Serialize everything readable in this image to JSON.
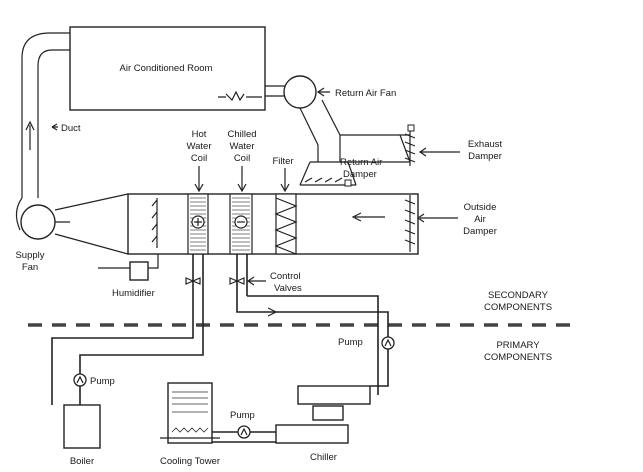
{
  "labels": {
    "room": "Air Conditioned Room",
    "return_fan": "Return Air Fan",
    "duct": "Duct",
    "hot_coil": [
      "Hot",
      "Water",
      "Coil"
    ],
    "chilled_coil": [
      "Chilled",
      "Water",
      "Coil"
    ],
    "filter": "Filter",
    "return_damper": [
      "Return Air",
      "Damper"
    ],
    "exhaust_damper": [
      "Exhaust",
      "Damper"
    ],
    "outside_damper": [
      "Outside",
      "Air",
      "Damper"
    ],
    "supply_fan": [
      "Supply",
      "Fan"
    ],
    "humidifier": "Humidifier",
    "control_valves": [
      "Control",
      "Valves"
    ],
    "secondary": [
      "SECONDARY",
      "COMPONENTS"
    ],
    "primary": [
      "PRIMARY",
      "COMPONENTS"
    ],
    "pump_left": "Pump",
    "pump_right": "Pump",
    "pump_middle": "Pump",
    "boiler": "Boiler",
    "cooling_tower": "Cooling Tower",
    "chiller": "Chiller"
  }
}
